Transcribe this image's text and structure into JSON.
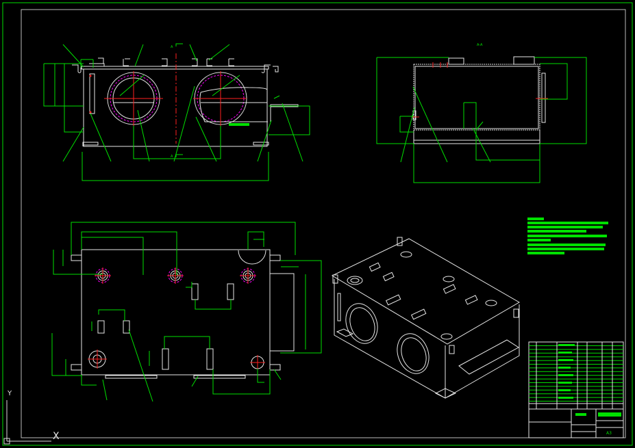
{
  "drawing": {
    "section_marker": "A",
    "side_view_title": "A-A",
    "title_block": {
      "sheet_size": "A3"
    },
    "axis_icon": {
      "x_label": "X",
      "y_label": "Y"
    }
  },
  "colors": {
    "background": "#000000",
    "geometry": "#e8e8e8",
    "dimensions": "#00e000",
    "centerlines": "#ff2020",
    "hidden": "#ff00ff"
  }
}
